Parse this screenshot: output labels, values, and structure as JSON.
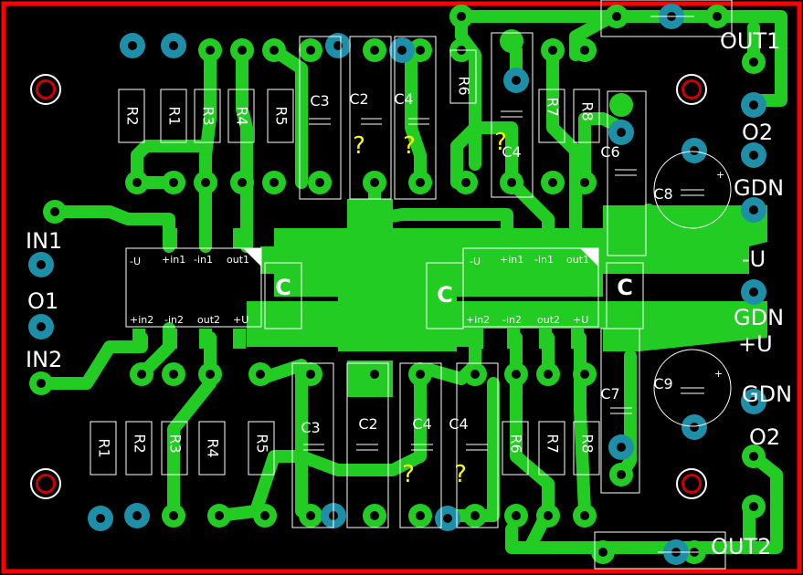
{
  "colors": {
    "background": "#000000",
    "copper": "#22cc22",
    "via": "#1e8fa8",
    "silk": "#ffffff",
    "border": "#ff0000",
    "marker": "#ffff00"
  },
  "connectors": {
    "out1": "OUT1",
    "o2_top": "O2",
    "gdn_top": "GDN",
    "minus_u": "-U",
    "gdn_mid": "GDN",
    "plus_u": "+U",
    "gdn_bottom": "GDN",
    "o2_bottom": "O2",
    "out2": "OUT2",
    "in1": "IN1",
    "o1": "O1",
    "in2": "IN2"
  },
  "top_resistors": [
    "R2",
    "R1",
    "R3",
    "R4",
    "R5",
    "R6",
    "R7",
    "R8"
  ],
  "top_caps": [
    "C3",
    "C2",
    "C4",
    "C4",
    "C6",
    "C8"
  ],
  "bottom_resistors": [
    "R1",
    "R2",
    "R3",
    "R4",
    "R5",
    "R6",
    "R7",
    "R8"
  ],
  "bottom_caps": [
    "C3",
    "C2",
    "C4",
    "C4",
    "C7",
    "C9"
  ],
  "ic1": {
    "top_pins": [
      "-U",
      "+in1",
      "-in1",
      "out1"
    ],
    "bottom_pins": [
      "+in2",
      "-in2",
      "out2",
      "+U"
    ],
    "center": "C"
  },
  "ic2": {
    "top_pins": [
      "-U",
      "+in1",
      "-in1",
      "out1"
    ],
    "bottom_pins": [
      "+in2",
      "-in2",
      "out2",
      "+U"
    ],
    "center": "C"
  },
  "center_cap": "C",
  "unknown_marker": "?",
  "polarity_plus": "+"
}
